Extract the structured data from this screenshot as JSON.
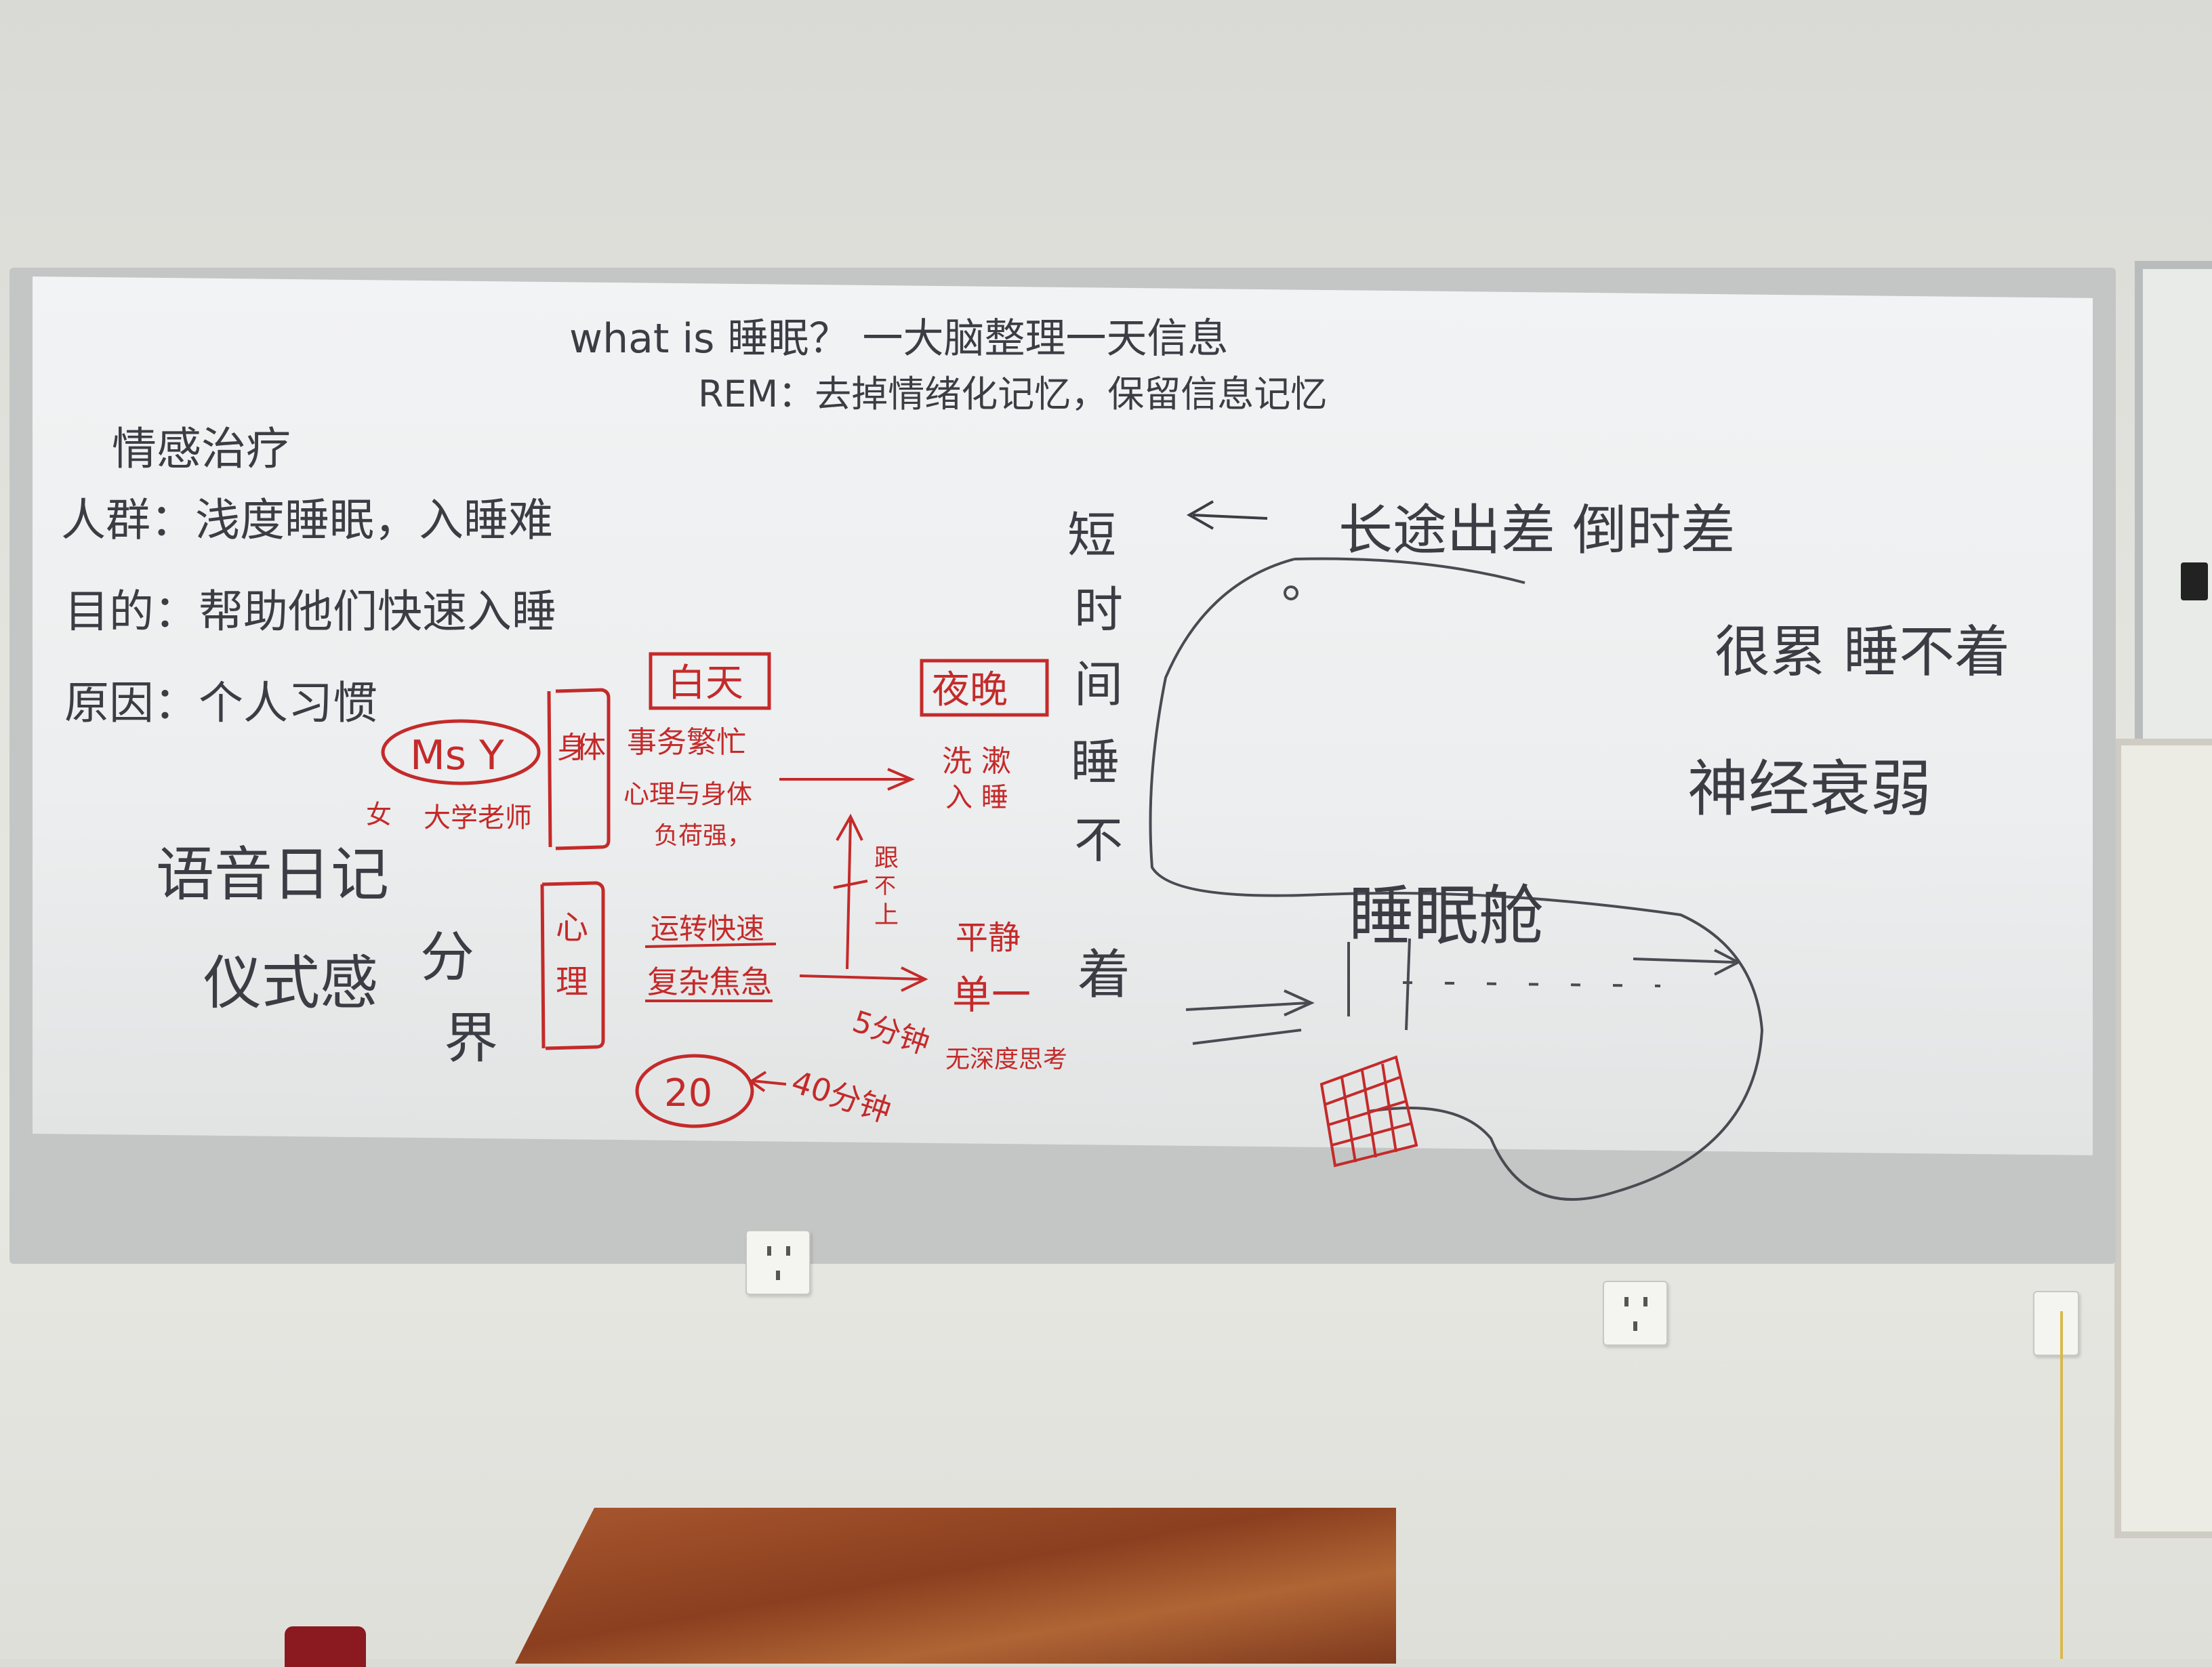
{
  "colors": {
    "black_marker": "#3c3d44",
    "red_marker": "#c42a2a",
    "board_surface": "#eef0f1",
    "board_frame": "#c3c6c4"
  },
  "board": {
    "title": {
      "line1": "what is 睡眠？ 一大脑整理一天信息",
      "line2": "REM：去掉情绪化记忆，保留信息记忆"
    },
    "left": {
      "heading": "情感治疗",
      "audience": "人群：浅度睡眠，入睡难",
      "goal": "目的：帮助他们快速入睡",
      "cause": "原因：个人习惯",
      "voice_diary": "语音日记",
      "ritual": "仪式感",
      "boundary_top": "分",
      "boundary_bottom": "界"
    },
    "persona": {
      "name": "Ms Y",
      "gender": "女",
      "occupation": "大学老师"
    },
    "rows": {
      "body_top": "身",
      "body_bottom": "体",
      "mind_top": "心",
      "mind_bottom": "理"
    },
    "day": {
      "label": "白天",
      "body_line1": "事务繁忙",
      "body_line2": "心理与身体",
      "body_line3": "负荷强，",
      "mind_line1": "运转快速",
      "mind_line2": "复杂焦急"
    },
    "night": {
      "label": "夜晚",
      "body_line1": "洗 漱",
      "body_line2": "入 睡",
      "mind_line1": "平静",
      "mind_line2": "单一",
      "mind_line3": "无深度思考"
    },
    "arrows": {
      "cant_keep_up": [
        "跟",
        "不",
        "上"
      ],
      "five_minutes": "5分钟",
      "forty_minutes": "40分钟",
      "twenty": "20"
    },
    "right": {
      "short_sleep": [
        "短",
        "时",
        "间",
        "睡",
        "不",
        "着"
      ],
      "travel": "长途出差  倒时差",
      "sleep_hard": "很累 睡不着",
      "neurasthenia": "神经衰弱",
      "sleep_pod": "睡眠舱"
    }
  }
}
